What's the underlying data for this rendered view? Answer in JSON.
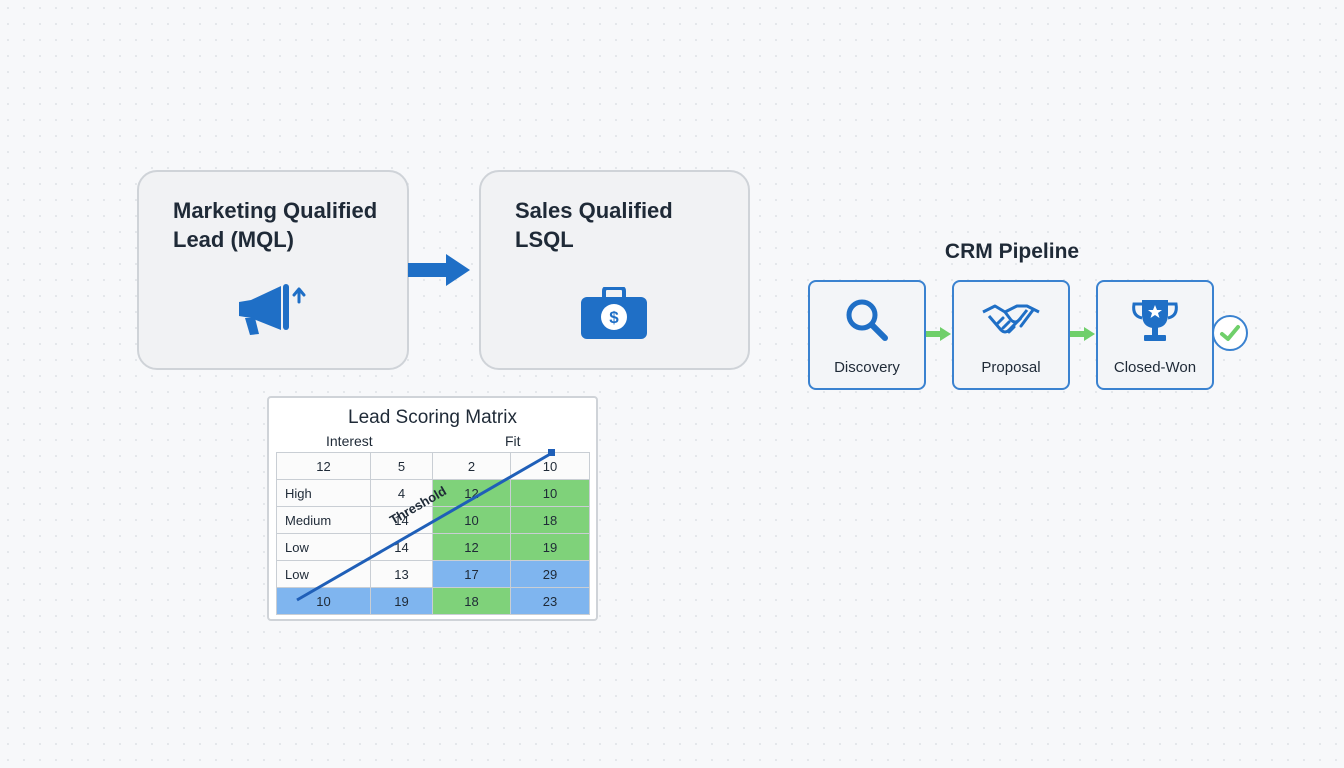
{
  "colors": {
    "accent_blue": "#1f6fc6",
    "stage_border": "#3a82d0",
    "connector_green": "#6fcf6a",
    "cell_green": "#7fd27a",
    "cell_blue": "#7fb5ef"
  },
  "mql_card": {
    "title_line1": "Marketing Qualified",
    "title_line2": "Lead (MQL)",
    "icon": "megaphone-icon"
  },
  "sql_card": {
    "title_line1": "Sales Qualified",
    "title_line2": "LSQL",
    "icon": "briefcase-dollar-icon"
  },
  "matrix": {
    "title": "Lead Scoring Matrix",
    "axis_interest": "Interest",
    "axis_fit": "Fit",
    "threshold_label": "Threshold",
    "header": [
      "12",
      "5",
      "2",
      "10"
    ],
    "rows": [
      {
        "label": "High",
        "cells": [
          "4",
          "12",
          "10"
        ]
      },
      {
        "label": "Medium",
        "cells": [
          "14",
          "10",
          "18"
        ]
      },
      {
        "label": "Low",
        "cells": [
          "14",
          "12",
          "19"
        ]
      },
      {
        "label": "Low",
        "cells": [
          "13",
          "17",
          "29"
        ]
      },
      {
        "label": "10",
        "cells": [
          "19",
          "18",
          "23"
        ]
      }
    ]
  },
  "pipeline": {
    "title": "CRM Pipeline",
    "stages": [
      {
        "label": "Discovery",
        "icon": "magnifier-icon"
      },
      {
        "label": "Proposal",
        "icon": "handshake-icon"
      },
      {
        "label": "Closed-Won",
        "icon": "trophy-icon"
      }
    ],
    "end_icon": "check-circle-icon"
  }
}
